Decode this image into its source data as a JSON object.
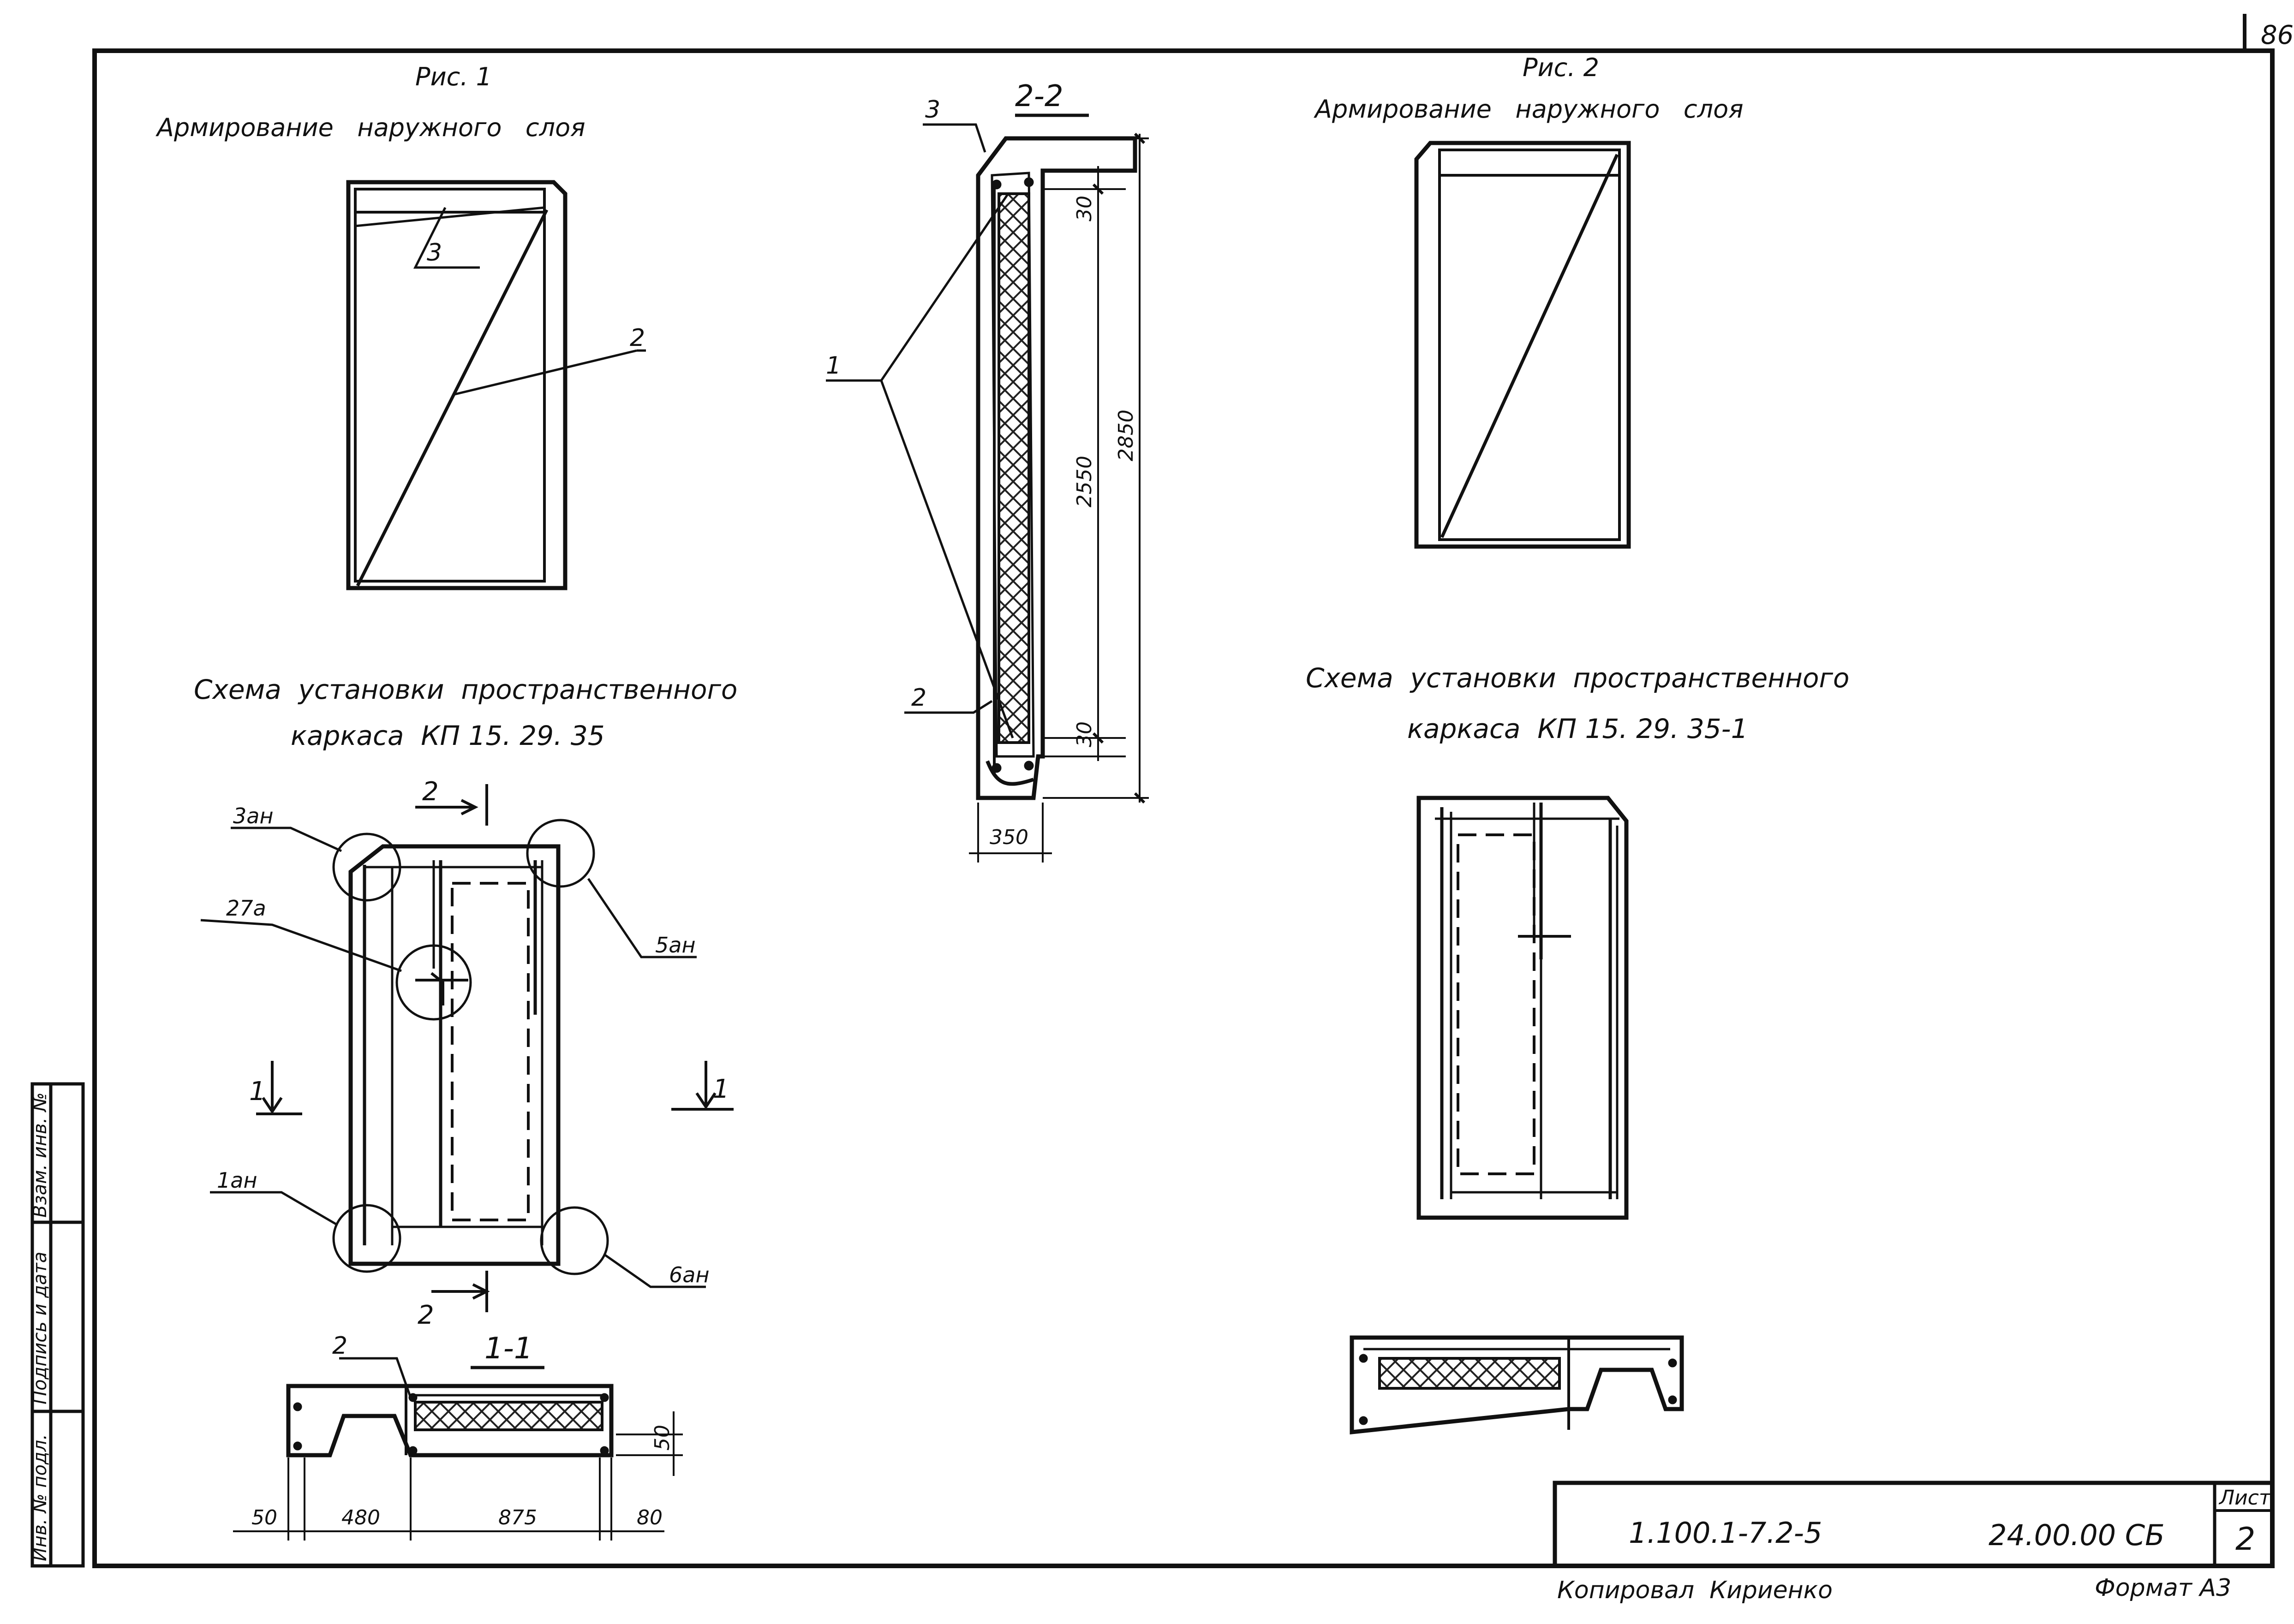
{
  "sheet": {
    "corner_number": "86",
    "copied_by": "Копировал  Кириенко",
    "format": "Формат А3",
    "colors": {
      "ink": "#111111",
      "paper": "#ffffff",
      "hatch": "#222222"
    }
  },
  "fig1": {
    "caption": "Рис. 1",
    "title": "Армирование   наружного   слоя",
    "label_2": "2",
    "label_3": "3"
  },
  "fig2": {
    "caption": "Рис. 2",
    "title": "Армирование   наружного   слоя"
  },
  "section22": {
    "title": "2-2",
    "label_1": "1",
    "label_2": "2",
    "label_3": "3",
    "dim_30_top": "30",
    "dim_2550": "2550",
    "dim_2850": "2850",
    "dim_30_bottom": "30",
    "dim_350": "350"
  },
  "scheme1": {
    "title_line1": "Схема  установки  пространственного",
    "title_line2": "каркаса  КП 15. 29. 35",
    "cut_2_top": "2",
    "cut_2_bottom": "2",
    "cut_1_left": "1",
    "cut_1_right": "1",
    "node_3an": "3ан",
    "node_27a": "27а",
    "node_5an": "5ан",
    "node_1an": "1ан",
    "node_6an": "6ан"
  },
  "section11": {
    "title": "1-1",
    "label_2": "2",
    "dim_50_left": "50",
    "dim_480": "480",
    "dim_875": "875",
    "dim_80": "80",
    "dim_50_right": "50"
  },
  "scheme2": {
    "title_line1": "Схема  установки  пространственного",
    "title_line2": "каркаса  КП 15. 29. 35-1"
  },
  "stamp": {
    "doc_code": "1.100.1-7.2-5",
    "sheet_code": "24.00.00 СБ",
    "sheet_label": "Лист",
    "sheet_number": "2"
  },
  "side_stamp": {
    "cell_1": "Инв. № подл.",
    "cell_2": "Подпись и дата",
    "cell_3": "Взам. инв. №"
  }
}
